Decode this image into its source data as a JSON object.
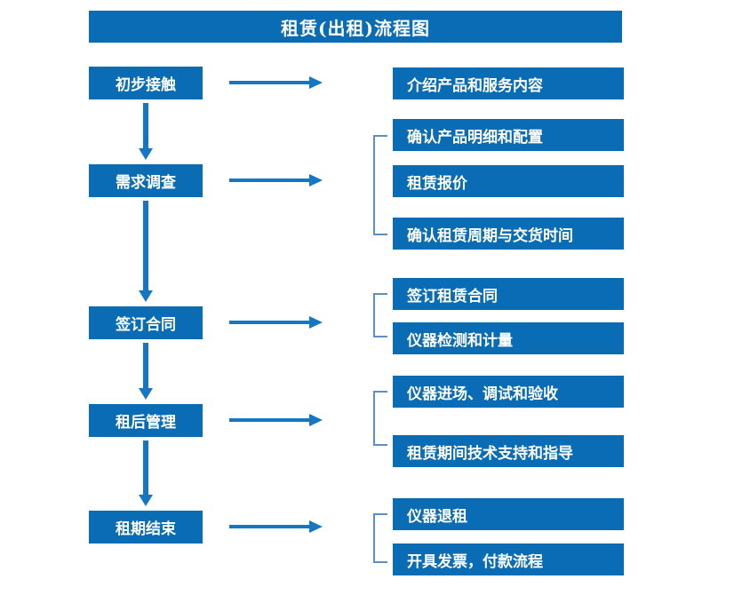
{
  "diagram": {
    "title": "租赁(出租)流程图",
    "colors": {
      "box_blue": "#0a6cb4",
      "arrow_blue": "#1577c4",
      "bracket_blue": "#5b90c4",
      "text_white": "#ffffff",
      "background": "#ffffff"
    },
    "stages": [
      {
        "id": "stage-1",
        "label": "初步接触",
        "details": [
          "介绍产品和服务内容"
        ]
      },
      {
        "id": "stage-2",
        "label": "需求调查",
        "details": [
          "确认产品明细和配置",
          "租赁报价",
          "确认租赁周期与交货时间"
        ]
      },
      {
        "id": "stage-3",
        "label": "签订合同",
        "details": [
          "签订租赁合同",
          "仪器检测和计量"
        ]
      },
      {
        "id": "stage-4",
        "label": "租后管理",
        "details": [
          "仪器进场、调试和验收",
          "租赁期间技术支持和指导"
        ]
      },
      {
        "id": "stage-5",
        "label": "租期结束",
        "details": [
          "仪器退租",
          "开具发票，付款流程"
        ]
      }
    ]
  }
}
